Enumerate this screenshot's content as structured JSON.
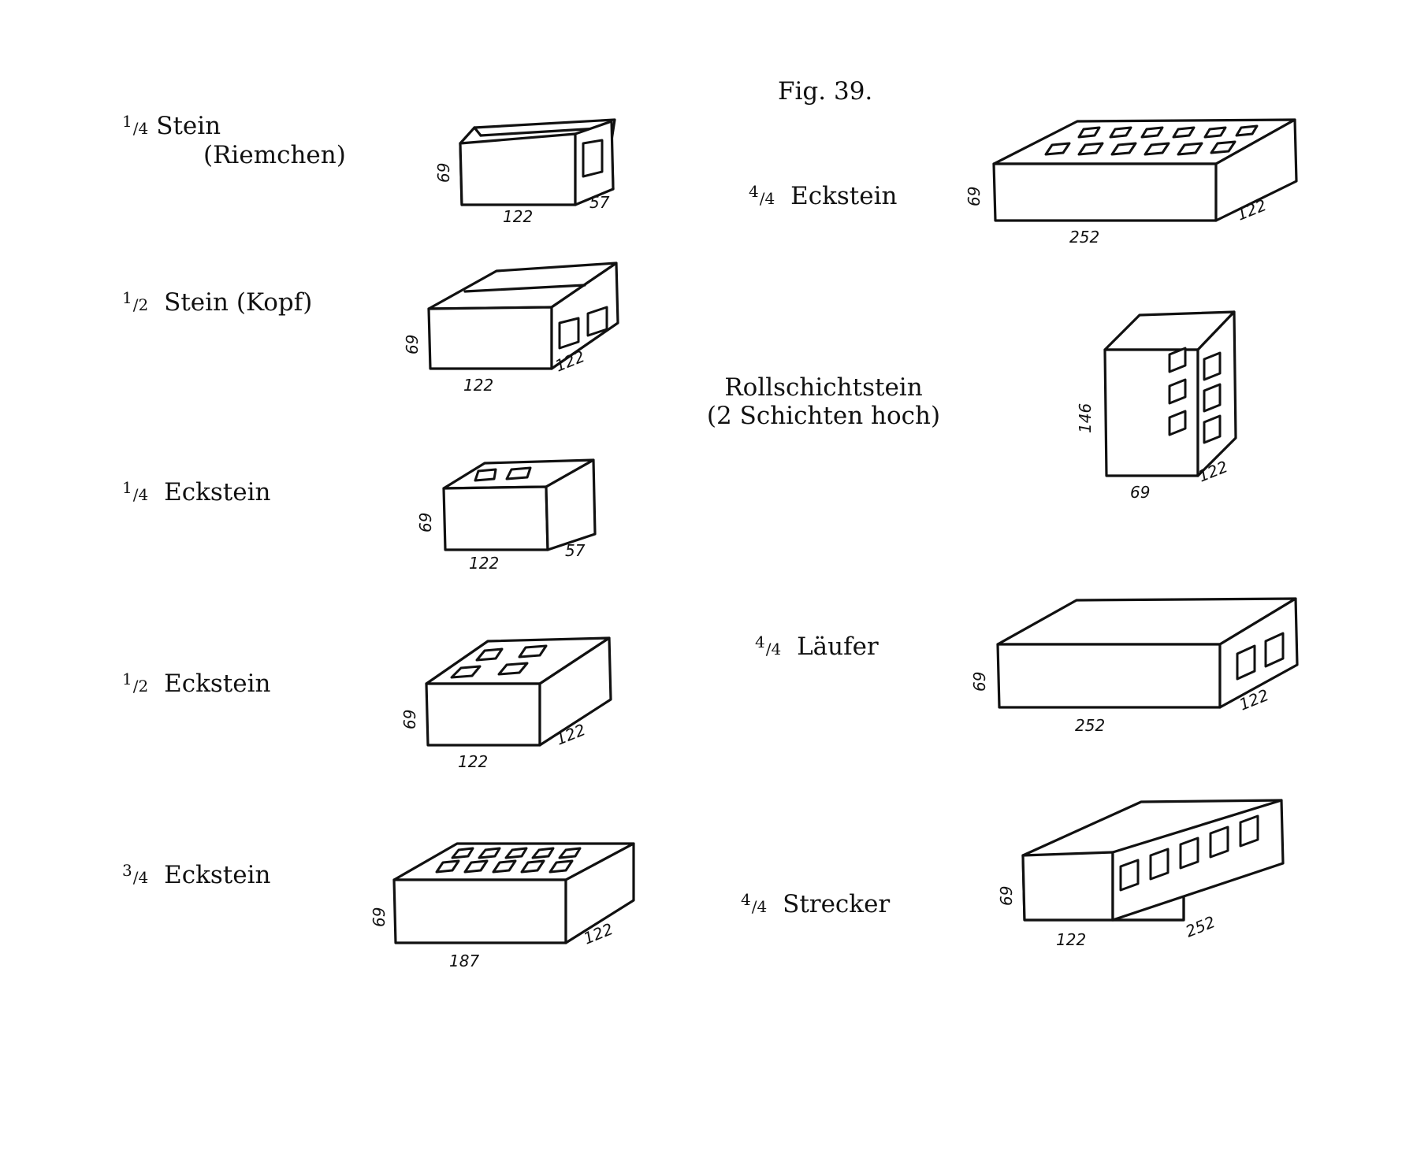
{
  "figure": {
    "caption": "Fig. 39."
  },
  "items": [
    {
      "id": "q-stein",
      "frac_num": "1",
      "frac_den": "4",
      "name": "Stein",
      "sub": "(Riemchen)",
      "dims": {
        "length": "122",
        "width": "57",
        "height": "69"
      }
    },
    {
      "id": "h-stein",
      "frac_num": "1",
      "frac_den": "2",
      "name": "Stein (Kopf)",
      "dims": {
        "length": "122",
        "width": "122",
        "height": "69"
      }
    },
    {
      "id": "q-eck",
      "frac_num": "1",
      "frac_den": "4",
      "name": "Eckstein",
      "dims": {
        "length": "122",
        "width": "57",
        "height": "69"
      }
    },
    {
      "id": "h-eck",
      "frac_num": "1",
      "frac_den": "2",
      "name": "Eckstein",
      "dims": {
        "length": "122",
        "width": "122",
        "height": "69"
      }
    },
    {
      "id": "tq-eck",
      "frac_num": "3",
      "frac_den": "4",
      "name": "Eckstein",
      "dims": {
        "length": "187",
        "width": "122",
        "height": "69"
      }
    },
    {
      "id": "f-eck",
      "frac_num": "4",
      "frac_den": "4",
      "name": "Eckstein",
      "dims": {
        "length": "252",
        "width": "122",
        "height": "69"
      }
    },
    {
      "id": "roll",
      "name": "Rollschichtstein",
      "sub": "(2 Schichten hoch)",
      "dims": {
        "length": "69",
        "width": "122",
        "height": "146"
      }
    },
    {
      "id": "laeufer",
      "frac_num": "4",
      "frac_den": "4",
      "name": "Läufer",
      "dims": {
        "length": "252",
        "width": "122",
        "height": "69"
      }
    },
    {
      "id": "strecker",
      "frac_num": "4",
      "frac_den": "4",
      "name": "Strecker",
      "dims": {
        "length": "122",
        "width": "252",
        "height": "69"
      }
    }
  ]
}
